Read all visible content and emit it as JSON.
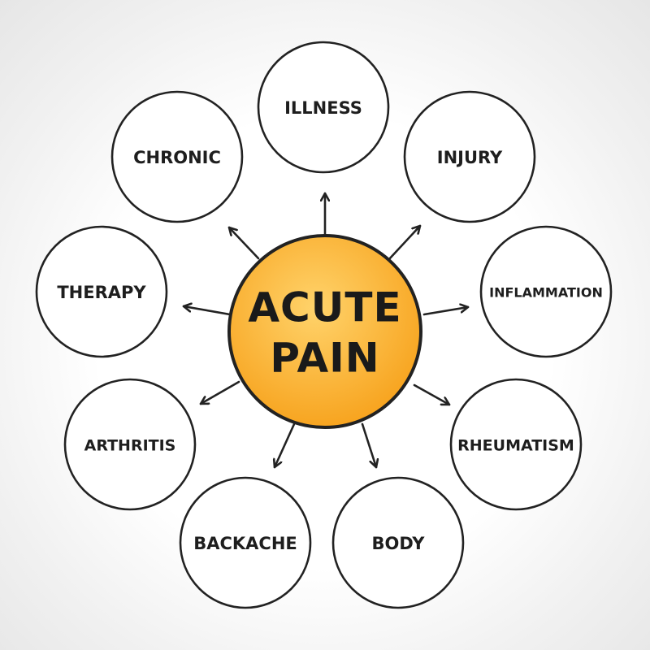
{
  "center": {
    "line1": "ACUTE",
    "line2": "PAIN",
    "fill_color": "#f7a21c",
    "highlight_color": "#ffd36b"
  },
  "nodes": [
    {
      "id": "illness",
      "label": "ILLNESS"
    },
    {
      "id": "injury",
      "label": "INJURY"
    },
    {
      "id": "inflammation",
      "label": "INFLAMMATION"
    },
    {
      "id": "rheumatism",
      "label": "RHEUMATISM"
    },
    {
      "id": "body",
      "label": "BODY"
    },
    {
      "id": "backache",
      "label": "BACKACHE"
    },
    {
      "id": "arthritis",
      "label": "ARTHRITIS"
    },
    {
      "id": "therapy",
      "label": "THERAPY"
    },
    {
      "id": "chronic",
      "label": "CHRONIC"
    }
  ],
  "style": {
    "stroke_color": "#222222",
    "node_fill": "#ffffff"
  }
}
